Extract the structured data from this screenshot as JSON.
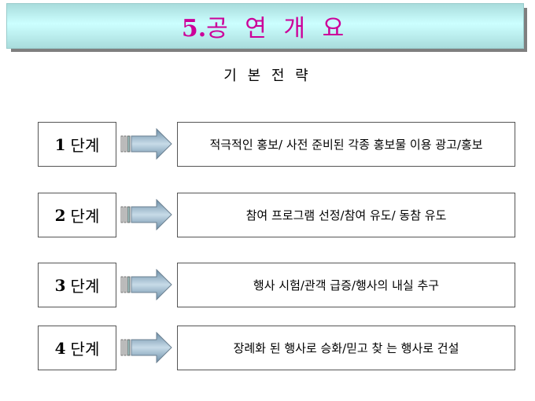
{
  "header": {
    "title_number": "5.",
    "title_text": "공 연 개 요"
  },
  "subtitle": "기 본 전 략",
  "stages": [
    {
      "number": "1",
      "label": "단계",
      "description": "적극적인 홍보/ 사전 준비된 각종 홍보물 이용 광고/홍보"
    },
    {
      "number": "2",
      "label": "단계",
      "description": "참여 프로그램 선정/참여 유도/ 동참 유도"
    },
    {
      "number": "3",
      "label": "단계",
      "description": "행사 시험/관객 급증/행사의 내실 추구"
    },
    {
      "number": "4",
      "label": "단계",
      "description": "장례화 된 행사로 승화/믿고 찾 는 행사로 건설"
    }
  ],
  "colors": {
    "title": "#cc0099",
    "banner": "#ccffff",
    "arrow": "#8fb0c8"
  }
}
